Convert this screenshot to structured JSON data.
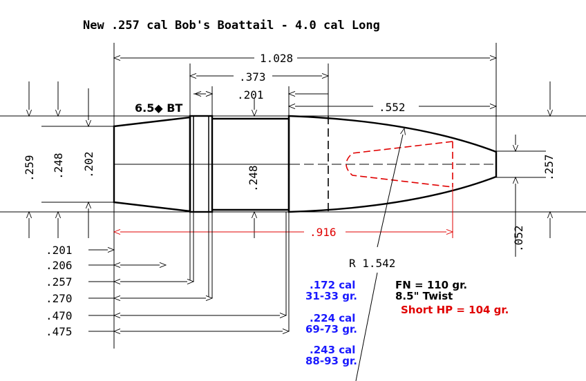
{
  "title": "New .257 cal Bob's Boattail - 4.0 cal Long",
  "colors": {
    "ink": "#000000",
    "red": "#e00000",
    "blue": "#1a1aff"
  },
  "dimensions": {
    "overall_length": "1.028",
    "band_length": ".373",
    "band_inner": ".201",
    "ogive_length": ".552",
    "bt_label": "6.5◆ BT",
    "dia_259": ".259",
    "dia_248": ".248",
    "dia_202": ".202",
    "dia_248_center": ".248",
    "dia_257": ".257",
    "meplat": ".052",
    "hp_length": ".916",
    "ogive_radius": "R 1.542"
  },
  "stations": [
    ".201",
    ".206",
    ".257",
    ".270",
    ".470",
    ".475"
  ],
  "calibers": [
    {
      "cal": ".172 cal",
      "weight": "31-33 gr."
    },
    {
      "cal": ".224 cal",
      "weight": "69-73 gr."
    },
    {
      "cal": ".243 cal",
      "weight": "88-93 gr."
    }
  ],
  "notes": {
    "fn_weight": "FN = 110 gr.",
    "twist": "8.5\" Twist",
    "short_hp": "Short HP = 104 gr."
  }
}
